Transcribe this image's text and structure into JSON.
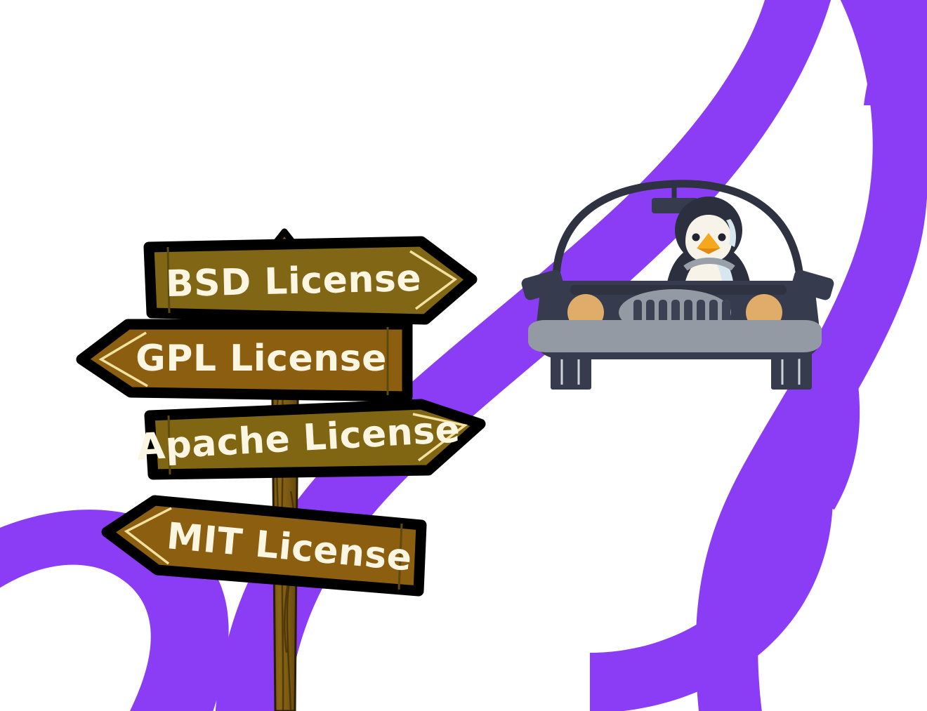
{
  "scene": {
    "title": "Open source license signpost with penguin driving a car",
    "background_color": "#FFFFFF",
    "road_color": "#8B3DF5"
  },
  "signpost": {
    "post_color_light": "#8B6514",
    "post_color_dark": "#6B4E10",
    "outline_color": "#000000",
    "bevel_color": "#F2E2A0",
    "text_color": "#FBF6E2",
    "signs": [
      {
        "id": "sign-bsd",
        "label": "BSD License",
        "direction": "right",
        "board_color": "#806615",
        "board_color_dark": "#6E5711"
      },
      {
        "id": "sign-gpl",
        "label": "GPL License",
        "direction": "left",
        "board_color": "#8B5E10",
        "board_color_dark": "#76500C"
      },
      {
        "id": "sign-apache",
        "label": "Apache License",
        "direction": "right",
        "board_color": "#806613",
        "board_color_dark": "#6E5711"
      },
      {
        "id": "sign-mit",
        "label": "MIT License",
        "direction": "left",
        "board_color": "#8B5E10",
        "board_color_dark": "#76500C"
      }
    ]
  },
  "car": {
    "body_color": "#363B4E",
    "bumper_color": "#949AA3",
    "grille_color": "#949AA3",
    "grille_slat_color": "#3C4254",
    "headlight_color": "#E0AC69",
    "windshield_frame_color": "#2E3241",
    "wheel_color": "#363B4E",
    "grille_slat_count": 8,
    "headlight_count": 2
  },
  "penguin": {
    "body_color": "#2B2F3E",
    "face_color": "#F7F3E8",
    "belly_color": "#F7F3E8",
    "beak_color": "#F4A81D",
    "beak_shadow_color": "#E08A12",
    "eye_color": "#22252F",
    "cheek_color": "#D6E7F0",
    "eye_count": 2
  },
  "roads": [
    {
      "id": "road-left-lower",
      "color": "#8B3DF5"
    },
    {
      "id": "road-center-diagonal",
      "color": "#8B3DF5"
    },
    {
      "id": "road-right-upper-inner",
      "color": "#8B3DF5"
    },
    {
      "id": "road-right-upper-outer",
      "color": "#8B3DF5"
    },
    {
      "id": "road-right-lower-curve",
      "color": "#8B3DF5"
    }
  ]
}
